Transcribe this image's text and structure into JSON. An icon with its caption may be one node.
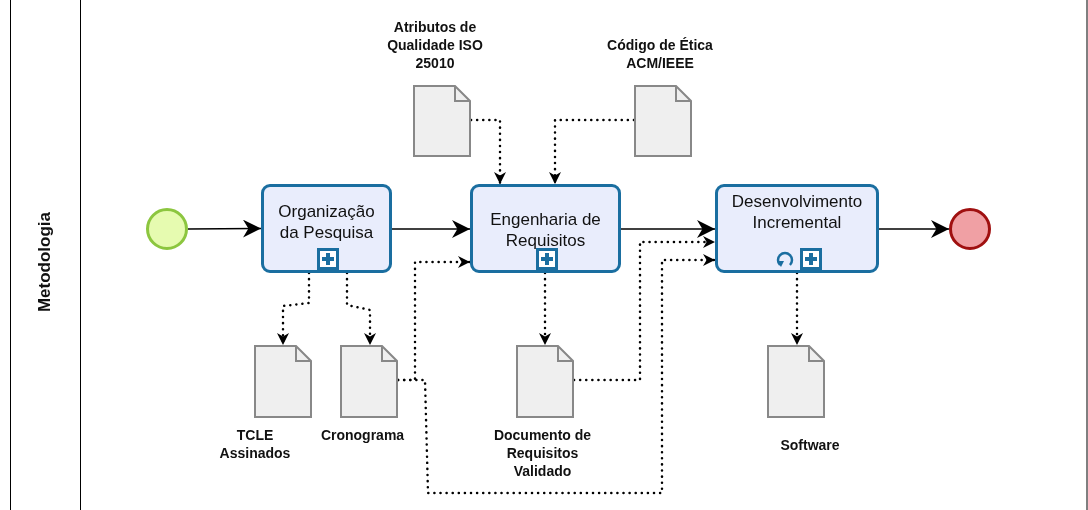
{
  "diagram": {
    "nodes": [
      {
        "text": [],
        "shape": "circle"
      },
      {
        "text": [
          "Organização da Pesquisa"
        ]
      },
      {
        "text": [
          "Engenharia de Requisitos"
        ]
      },
      {
        "text": [
          "Desenvolvimento Incremental"
        ]
      },
      {
        "text": [],
        "shape": "circle"
      },
      {
        "text": [
          "Atributos de Qualidade ISO 25010"
        ]
      },
      {
        "text": [
          "Código de Ética ACM/IEEE"
        ]
      },
      {
        "text": [
          "TCLE Assinados"
        ]
      },
      {
        "text": [
          "Cronograma"
        ]
      },
      {
        "text": [
          "Documento de Requisitos Validado"
        ]
      },
      {
        "text": [
          "Software"
        ]
      }
    ],
    "edges": [
      {
        "from": 0,
        "to": 1,
        "arrow": "to"
      },
      {
        "from": 1,
        "to": 2,
        "arrow": "to"
      },
      {
        "from": 2,
        "to": 3,
        "arrow": "to"
      },
      {
        "from": 3,
        "to": 4,
        "arrow": "to"
      },
      {
        "from": 5,
        "to": 2,
        "arrow": "to",
        "style": "dashed"
      },
      {
        "from": 6,
        "to": 2,
        "arrow": "to",
        "style": "dashed"
      },
      {
        "from": 1,
        "to": 7,
        "arrow": "to",
        "style": "dashed"
      },
      {
        "from": 1,
        "to": 8,
        "arrow": "to",
        "style": "dashed"
      },
      {
        "from": 8,
        "to": 2,
        "arrow": "to",
        "style": "dashed"
      },
      {
        "from": 2,
        "to": 9,
        "arrow": "to",
        "style": "dashed"
      },
      {
        "from": 9,
        "to": 3,
        "arrow": "to",
        "style": "dashed"
      },
      {
        "from": 8,
        "to": 3,
        "arrow": "to",
        "style": "dashed"
      },
      {
        "from": 3,
        "to": 10,
        "arrow": "to",
        "style": "dashed"
      }
    ],
    "labels": [
      "Metodologia"
    ]
  }
}
